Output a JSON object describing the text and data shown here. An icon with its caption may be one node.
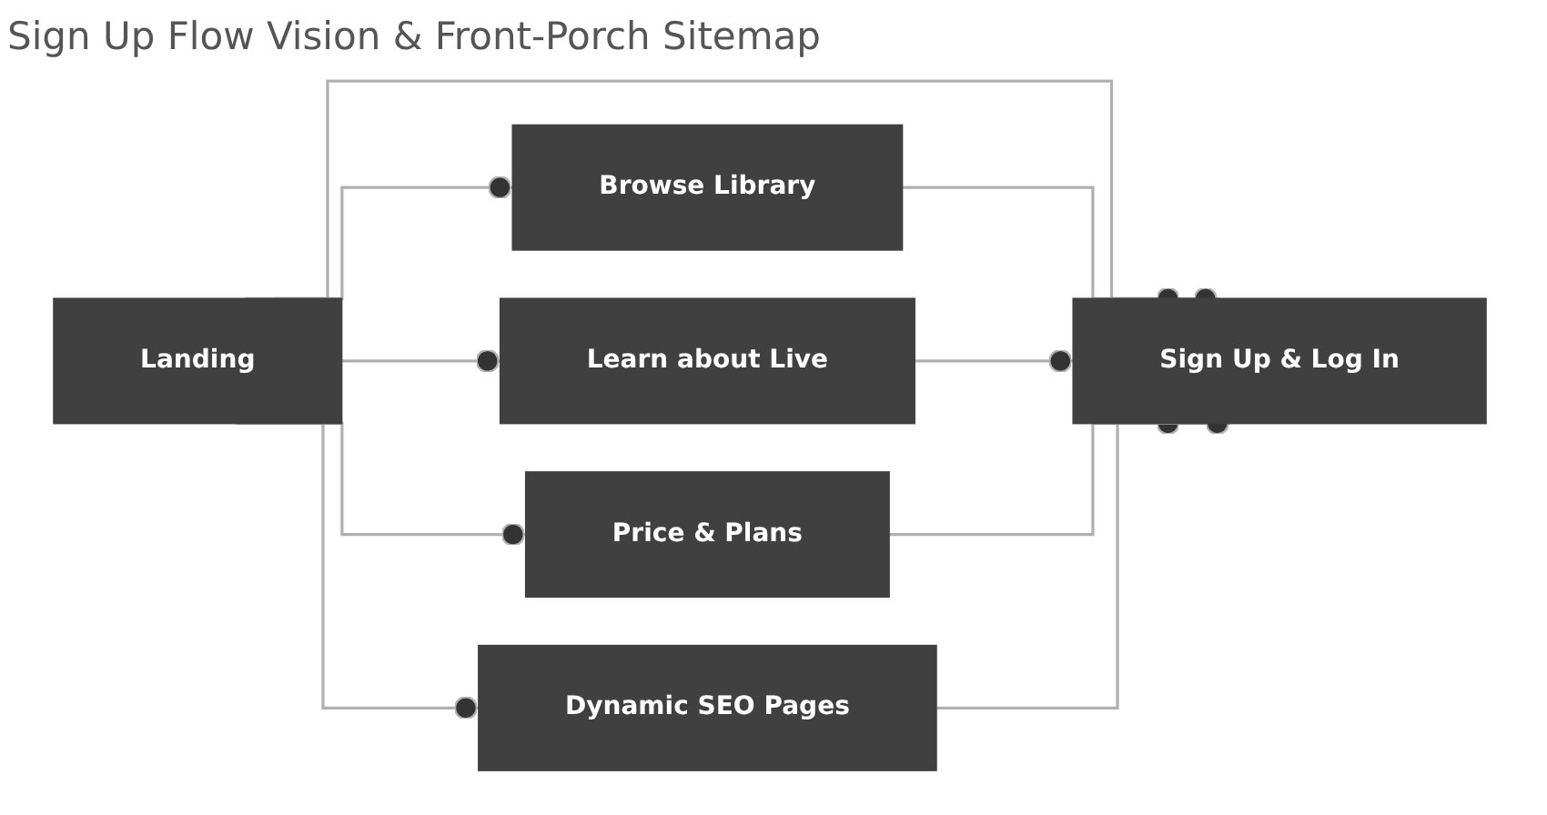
{
  "diagram": {
    "title": "Sign Up Flow Vision & Front-Porch Sitemap",
    "nodes": [
      {
        "text": [
          "Landing"
        ]
      },
      {
        "text": [
          "Browse Library"
        ]
      },
      {
        "text": [
          "Learn about Live"
        ]
      },
      {
        "text": [
          "Price & Plans"
        ]
      },
      {
        "text": [
          "Dynamic SEO Pages"
        ]
      },
      {
        "text": [
          "Sign Up & Log In"
        ]
      }
    ],
    "edges": [
      {
        "from": 0,
        "to": 5,
        "arrow": "other"
      },
      {
        "from": 0,
        "to": 1,
        "arrow": "other"
      },
      {
        "from": 0,
        "to": 2,
        "arrow": "other"
      },
      {
        "from": 0,
        "to": 3,
        "arrow": "other"
      },
      {
        "from": 0,
        "to": 4,
        "arrow": "other"
      },
      {
        "from": 1,
        "to": 5,
        "arrow": "other"
      },
      {
        "from": 2,
        "to": 5,
        "arrow": "other"
      },
      {
        "from": 3,
        "to": 5,
        "arrow": "other"
      },
      {
        "from": 4,
        "to": 5,
        "arrow": "other"
      }
    ]
  }
}
